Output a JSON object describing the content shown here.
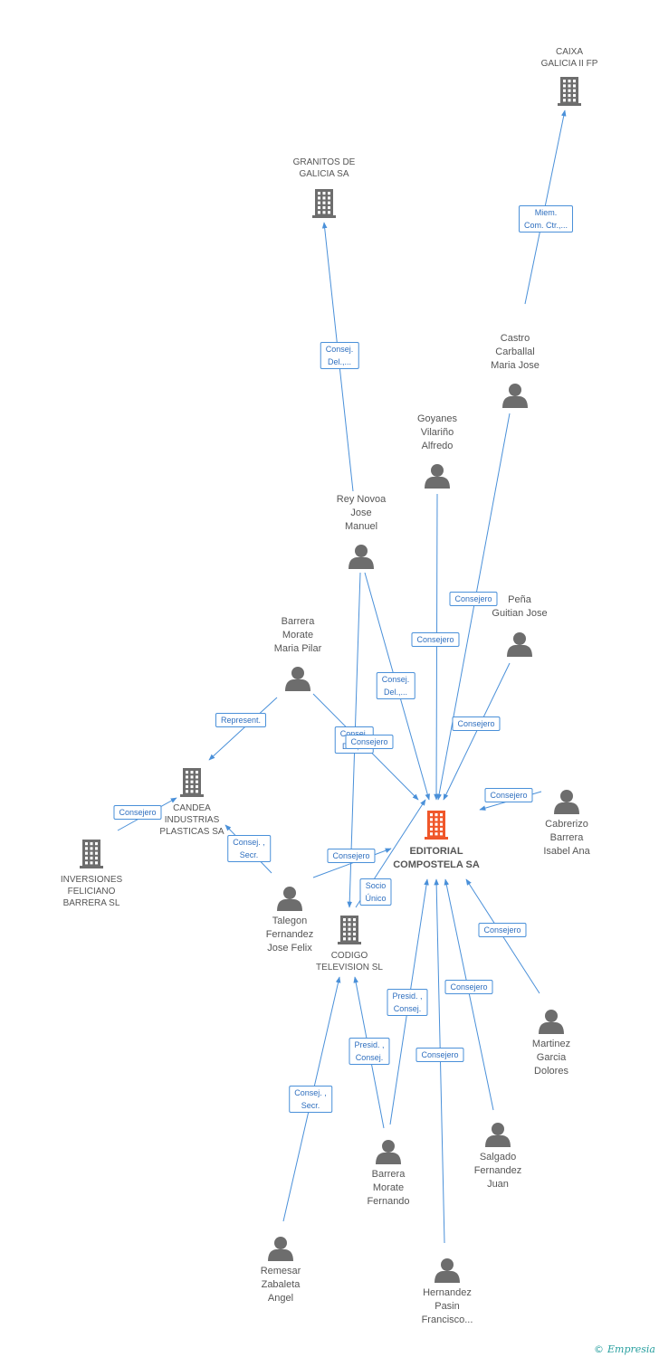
{
  "colors": {
    "edge": "#4a90d9",
    "edge_label_text": "#2f6fbf",
    "node_gray": "#6d6d6d",
    "focus_orange": "#f0572a",
    "label_text": "#555555"
  },
  "nodes": [
    {
      "id": "editorial",
      "type": "company",
      "focus": true,
      "label": "EDITORIAL\nCOMPOSTELA SA"
    },
    {
      "id": "caixa",
      "type": "company",
      "label": "CAIXA\nGALICIA II FP"
    },
    {
      "id": "granitos",
      "type": "company",
      "label": "GRANITOS DE\nGALICIA SA"
    },
    {
      "id": "candea",
      "type": "company",
      "label": "CANDEA\nINDUSTRIAS\nPLASTICAS SA"
    },
    {
      "id": "inversiones",
      "type": "company",
      "label": "INVERSIONES\nFELICIANO\nBARRERA SL"
    },
    {
      "id": "codigo",
      "type": "company",
      "label": "CODIGO\nTELEVISION SL"
    },
    {
      "id": "castro",
      "type": "person",
      "label": "Castro\nCarballal\nMaria Jose"
    },
    {
      "id": "goyanes",
      "type": "person",
      "label": "Goyanes\nVilariño\nAlfredo"
    },
    {
      "id": "rey",
      "type": "person",
      "label": "Rey Novoa\nJose\nManuel"
    },
    {
      "id": "pena",
      "type": "person",
      "label": "Peña\nGuitian Jose"
    },
    {
      "id": "barrera_mp",
      "type": "person",
      "label": "Barrera\nMorate\nMaria Pilar"
    },
    {
      "id": "cabrerizo",
      "type": "person",
      "label": "Cabrerizo\nBarrera\nIsabel Ana"
    },
    {
      "id": "talegon",
      "type": "person",
      "label": "Talegon\nFernandez\nJose Felix"
    },
    {
      "id": "martinez",
      "type": "person",
      "label": "Martinez\nGarcia\nDolores"
    },
    {
      "id": "salgado",
      "type": "person",
      "label": "Salgado\nFernandez\nJuan"
    },
    {
      "id": "barrera_f",
      "type": "person",
      "label": "Barrera\nMorate\nFernando"
    },
    {
      "id": "remesar",
      "type": "person",
      "label": "Remesar\nZabaleta\nAngel"
    },
    {
      "id": "hernandez",
      "type": "person",
      "label": "Hernandez\nPasin\nFrancisco..."
    }
  ],
  "edges": [
    {
      "from": "castro",
      "to": "caixa",
      "label": "Miem.\nCom. Ctr.,..."
    },
    {
      "from": "rey",
      "to": "granitos",
      "label": "Consej.\nDel.,..."
    },
    {
      "from": "castro",
      "to": "editorial",
      "label": "Consejero"
    },
    {
      "from": "goyanes",
      "to": "editorial",
      "label": "Consejero"
    },
    {
      "from": "rey",
      "to": "editorial",
      "label": "Consej.\nDel.,..."
    },
    {
      "from": "rey",
      "to": "codigo",
      "label": "Consej.\nDel.,..."
    },
    {
      "from": "pena",
      "to": "editorial",
      "label": "Consejero"
    },
    {
      "from": "barrera_mp",
      "to": "candea",
      "label": "Represent."
    },
    {
      "from": "barrera_mp",
      "to": "editorial",
      "label": "Consejero"
    },
    {
      "from": "cabrerizo",
      "to": "editorial",
      "label": "Consejero"
    },
    {
      "from": "inversiones",
      "to": "candea",
      "label": "Consejero"
    },
    {
      "from": "talegon",
      "to": "candea",
      "label": "Consej. ,\nSecr."
    },
    {
      "from": "talegon",
      "to": "editorial",
      "label": "Consejero"
    },
    {
      "from": "codigo",
      "to": "editorial",
      "label": "Socio\nÚnico"
    },
    {
      "from": "martinez",
      "to": "editorial",
      "label": "Consejero"
    },
    {
      "from": "salgado",
      "to": "editorial",
      "label": "Consejero"
    },
    {
      "from": "barrera_f",
      "to": "editorial",
      "label": "Presid. ,\nConsej."
    },
    {
      "from": "barrera_f",
      "to": "codigo",
      "label": "Presid. ,\nConsej."
    },
    {
      "from": "hernandez",
      "to": "editorial",
      "label": "Consejero"
    },
    {
      "from": "remesar",
      "to": "codigo",
      "label": "Consej. ,\nSecr."
    }
  ],
  "footer": {
    "copyright": "©",
    "brand": "Empresia"
  }
}
